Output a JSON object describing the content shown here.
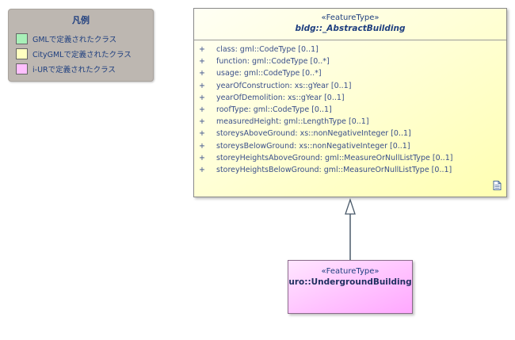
{
  "legend": {
    "title": "凡例",
    "items": [
      {
        "label": "GMLで定義されたクラス",
        "color": "#a8f0b8"
      },
      {
        "label": "CityGMLで定義されたクラス",
        "color": "#ffffc0"
      },
      {
        "label": "i-URで定義されたクラス",
        "color": "#ffc0ff"
      }
    ]
  },
  "abstract_class": {
    "stereotype": "«FeatureType»",
    "name": "bldg::_AbstractBuilding",
    "attributes": [
      {
        "visibility": "+",
        "text": "class: gml::CodeType [0..1]"
      },
      {
        "visibility": "+",
        "text": "function: gml::CodeType [0..*]"
      },
      {
        "visibility": "+",
        "text": "usage: gml::CodeType [0..*]"
      },
      {
        "visibility": "+",
        "text": "yearOfConstruction: xs::gYear [0..1]"
      },
      {
        "visibility": "+",
        "text": "yearOfDemolition: xs::gYear [0..1]"
      },
      {
        "visibility": "+",
        "text": "roofType: gml::CodeType [0..1]"
      },
      {
        "visibility": "+",
        "text": "measuredHeight: gml::LengthType [0..1]"
      },
      {
        "visibility": "+",
        "text": "storeysAboveGround: xs::nonNegativeInteger [0..1]"
      },
      {
        "visibility": "+",
        "text": "storeysBelowGround: xs::nonNegativeInteger [0..1]"
      },
      {
        "visibility": "+",
        "text": "storeyHeightsAboveGround: gml::MeasureOrNullListType [0..1]"
      },
      {
        "visibility": "+",
        "text": "storeyHeightsBelowGround: gml::MeasureOrNullListType [0..1]"
      }
    ],
    "icon": "note-icon"
  },
  "concrete_class": {
    "stereotype": "«FeatureType»",
    "name": "uro::UndergroundBuilding"
  },
  "connector": {
    "type": "generalization",
    "icon": "hollow-triangle-arrowhead"
  }
}
